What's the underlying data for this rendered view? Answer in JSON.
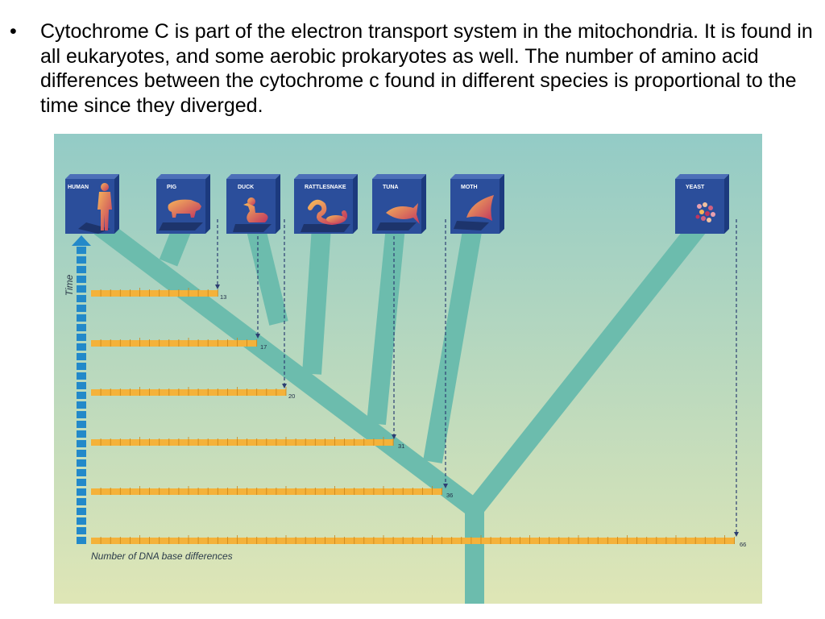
{
  "slide": {
    "bullet_symbol": "•",
    "bullet_text": "Cytochrome C is part of the electron transport system in the mitochondria.  It is found in all eukaryotes, and some aerobic prokaryotes as well.  The number of amino acid differences between the cytochrome c found in different species is proportional to the time since they diverged."
  },
  "figure": {
    "time_label": "Time",
    "axis_label": "Number of DNA base differences",
    "species": [
      "HUMAN",
      "PIG",
      "DUCK",
      "RATTLESNAKE",
      "TUNA",
      "MOTH",
      "YEAST"
    ],
    "differences": [
      {
        "species": "PIG",
        "value": "13"
      },
      {
        "species": "DUCK",
        "value": "17"
      },
      {
        "species": "RATTLESNAKE",
        "value": "20"
      },
      {
        "species": "TUNA",
        "value": "31"
      },
      {
        "species": "MOTH",
        "value": "36"
      },
      {
        "species": "YEAST",
        "value": "66"
      }
    ],
    "colors": {
      "bg_top": "#93cbc6",
      "bg_bottom": "#dfe6b6",
      "branch": "#6cbcad",
      "box_face": "#2b4e9b",
      "box_side": "#1c3a7e",
      "scale_bar": "#f4b23a",
      "time_arrow": "#2389c9"
    }
  }
}
